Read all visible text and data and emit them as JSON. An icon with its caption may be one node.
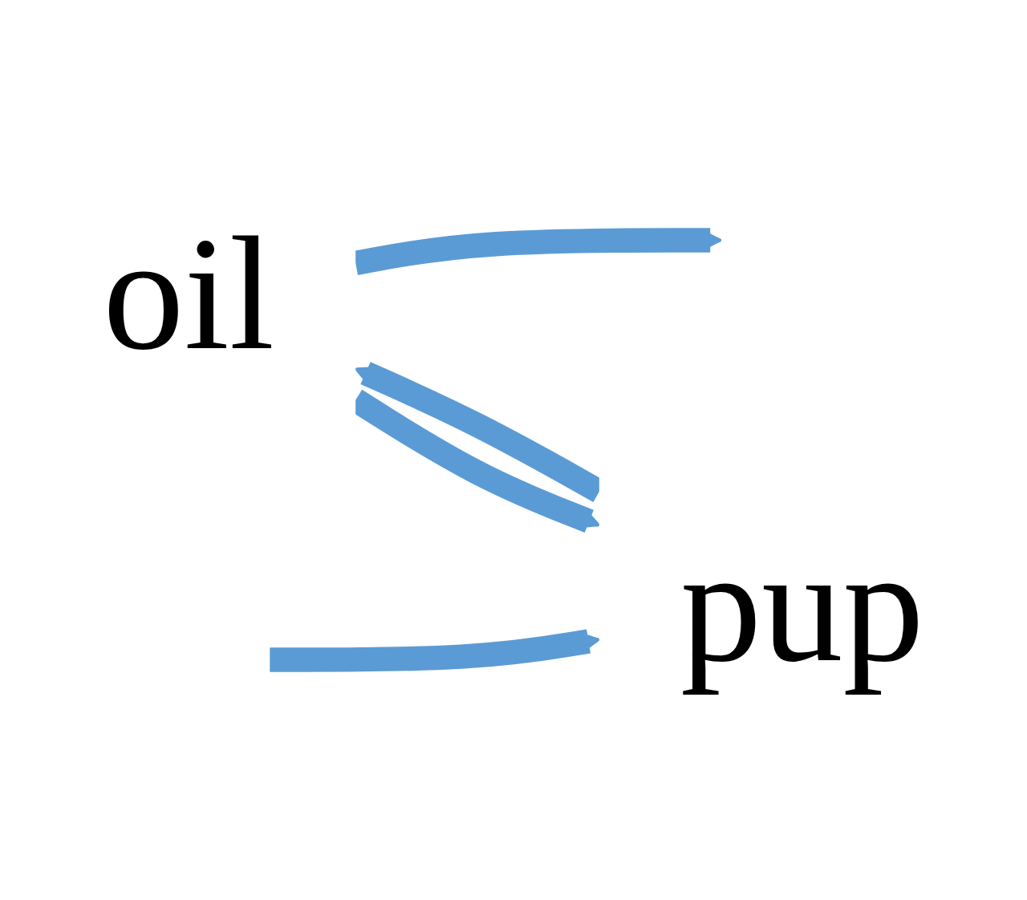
{
  "diagram": {
    "nodes": [
      {
        "text": [
          "oil"
        ]
      },
      {
        "text": [
          "pup"
        ]
      }
    ],
    "edges": [
      {
        "from": 0,
        "to": null,
        "arrow": "to"
      },
      {
        "from": null,
        "to": 1,
        "arrow": "to"
      },
      {
        "from": 1,
        "to": 0,
        "arrow": "to"
      },
      {
        "from": 0,
        "to": 1,
        "arrow": "to"
      }
    ]
  }
}
